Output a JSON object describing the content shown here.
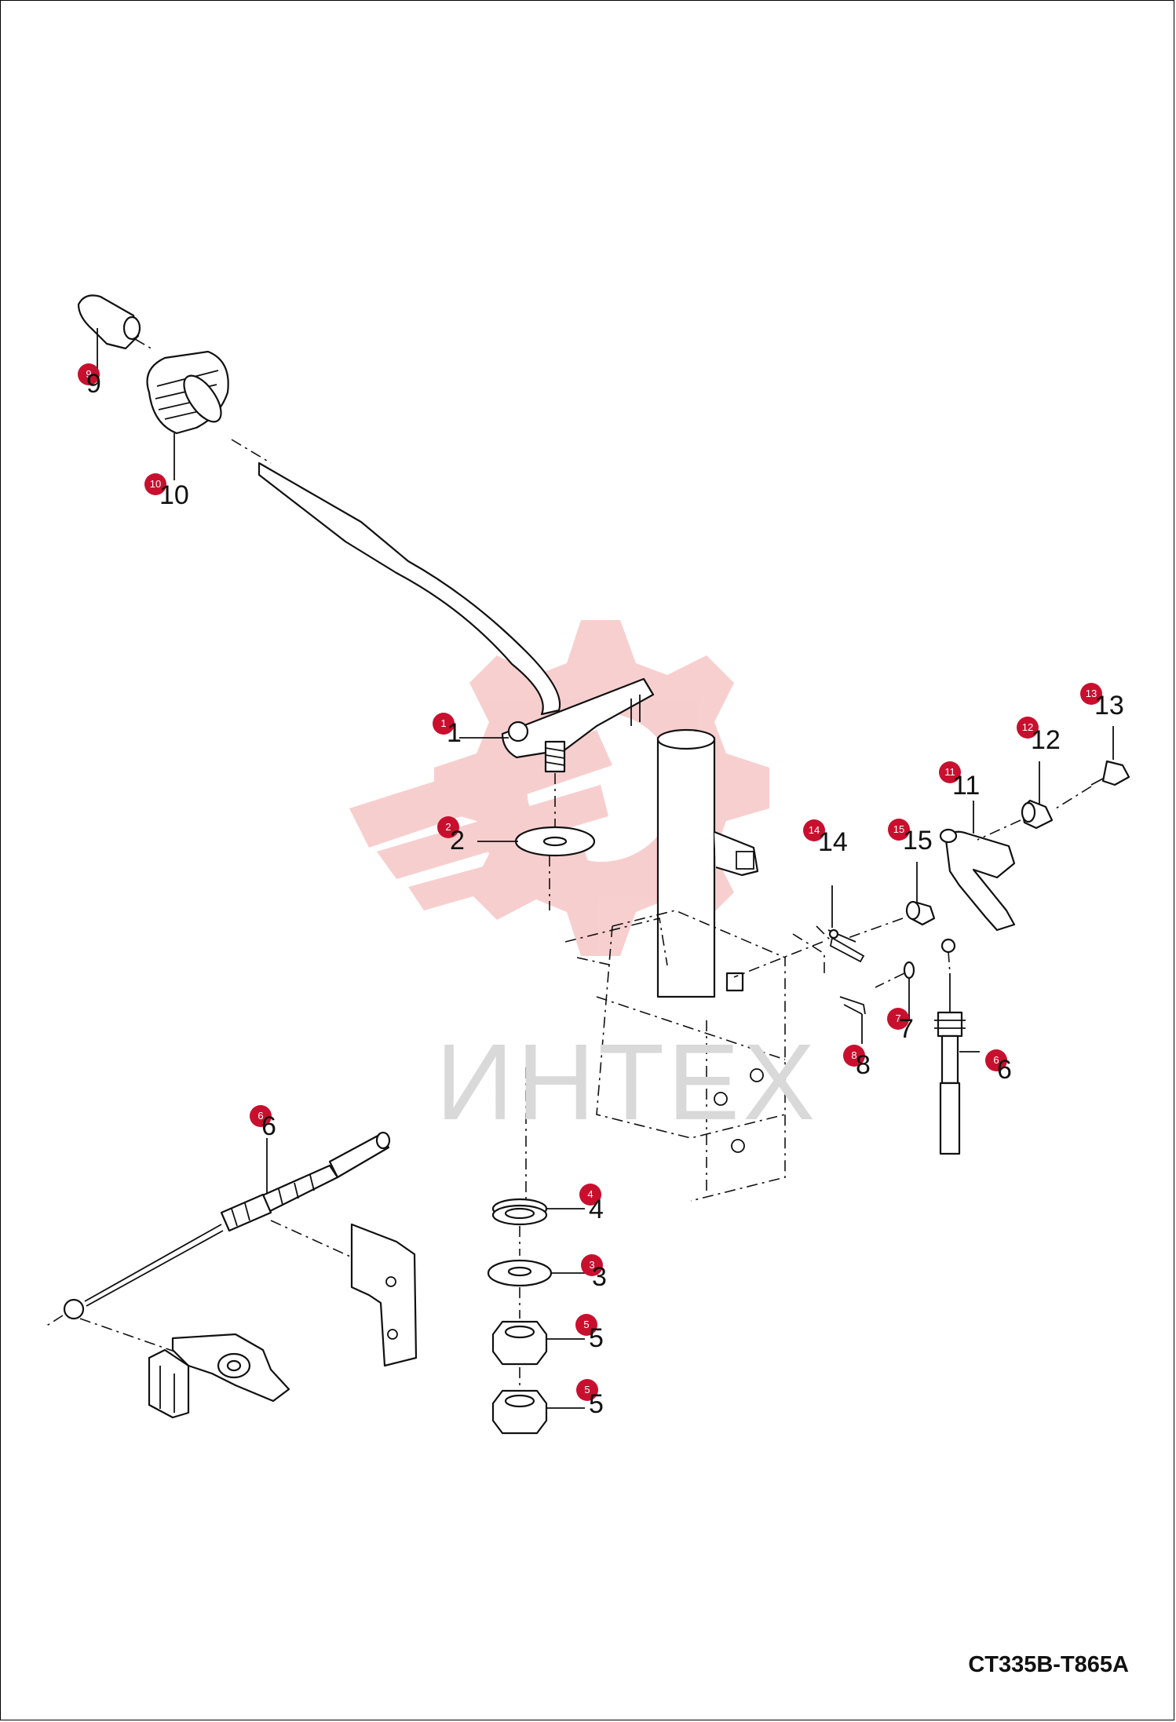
{
  "drawing": {
    "code": "CT335B-T865A",
    "watermark": "ИНТЕХ"
  },
  "callouts": [
    {
      "num": "9",
      "label": "9"
    },
    {
      "num": "10",
      "label": "10"
    },
    {
      "num": "1",
      "label": "1"
    },
    {
      "num": "2",
      "label": "2"
    },
    {
      "num": "13",
      "label": "13"
    },
    {
      "num": "12",
      "label": "12"
    },
    {
      "num": "11",
      "label": "11"
    },
    {
      "num": "15",
      "label": "15"
    },
    {
      "num": "14",
      "label": "14"
    },
    {
      "num": "7",
      "label": "7"
    },
    {
      "num": "8",
      "label": "8"
    },
    {
      "num": "6",
      "label": "6"
    },
    {
      "num": "6",
      "label": "6"
    },
    {
      "num": "4",
      "label": "4"
    },
    {
      "num": "3",
      "label": "3"
    },
    {
      "num": "5",
      "label": "5"
    },
    {
      "num": "5",
      "label": "5"
    }
  ],
  "colors": {
    "callout_fill": "#c8102e",
    "watermark": "#f6c9c9",
    "line": "#111111"
  }
}
